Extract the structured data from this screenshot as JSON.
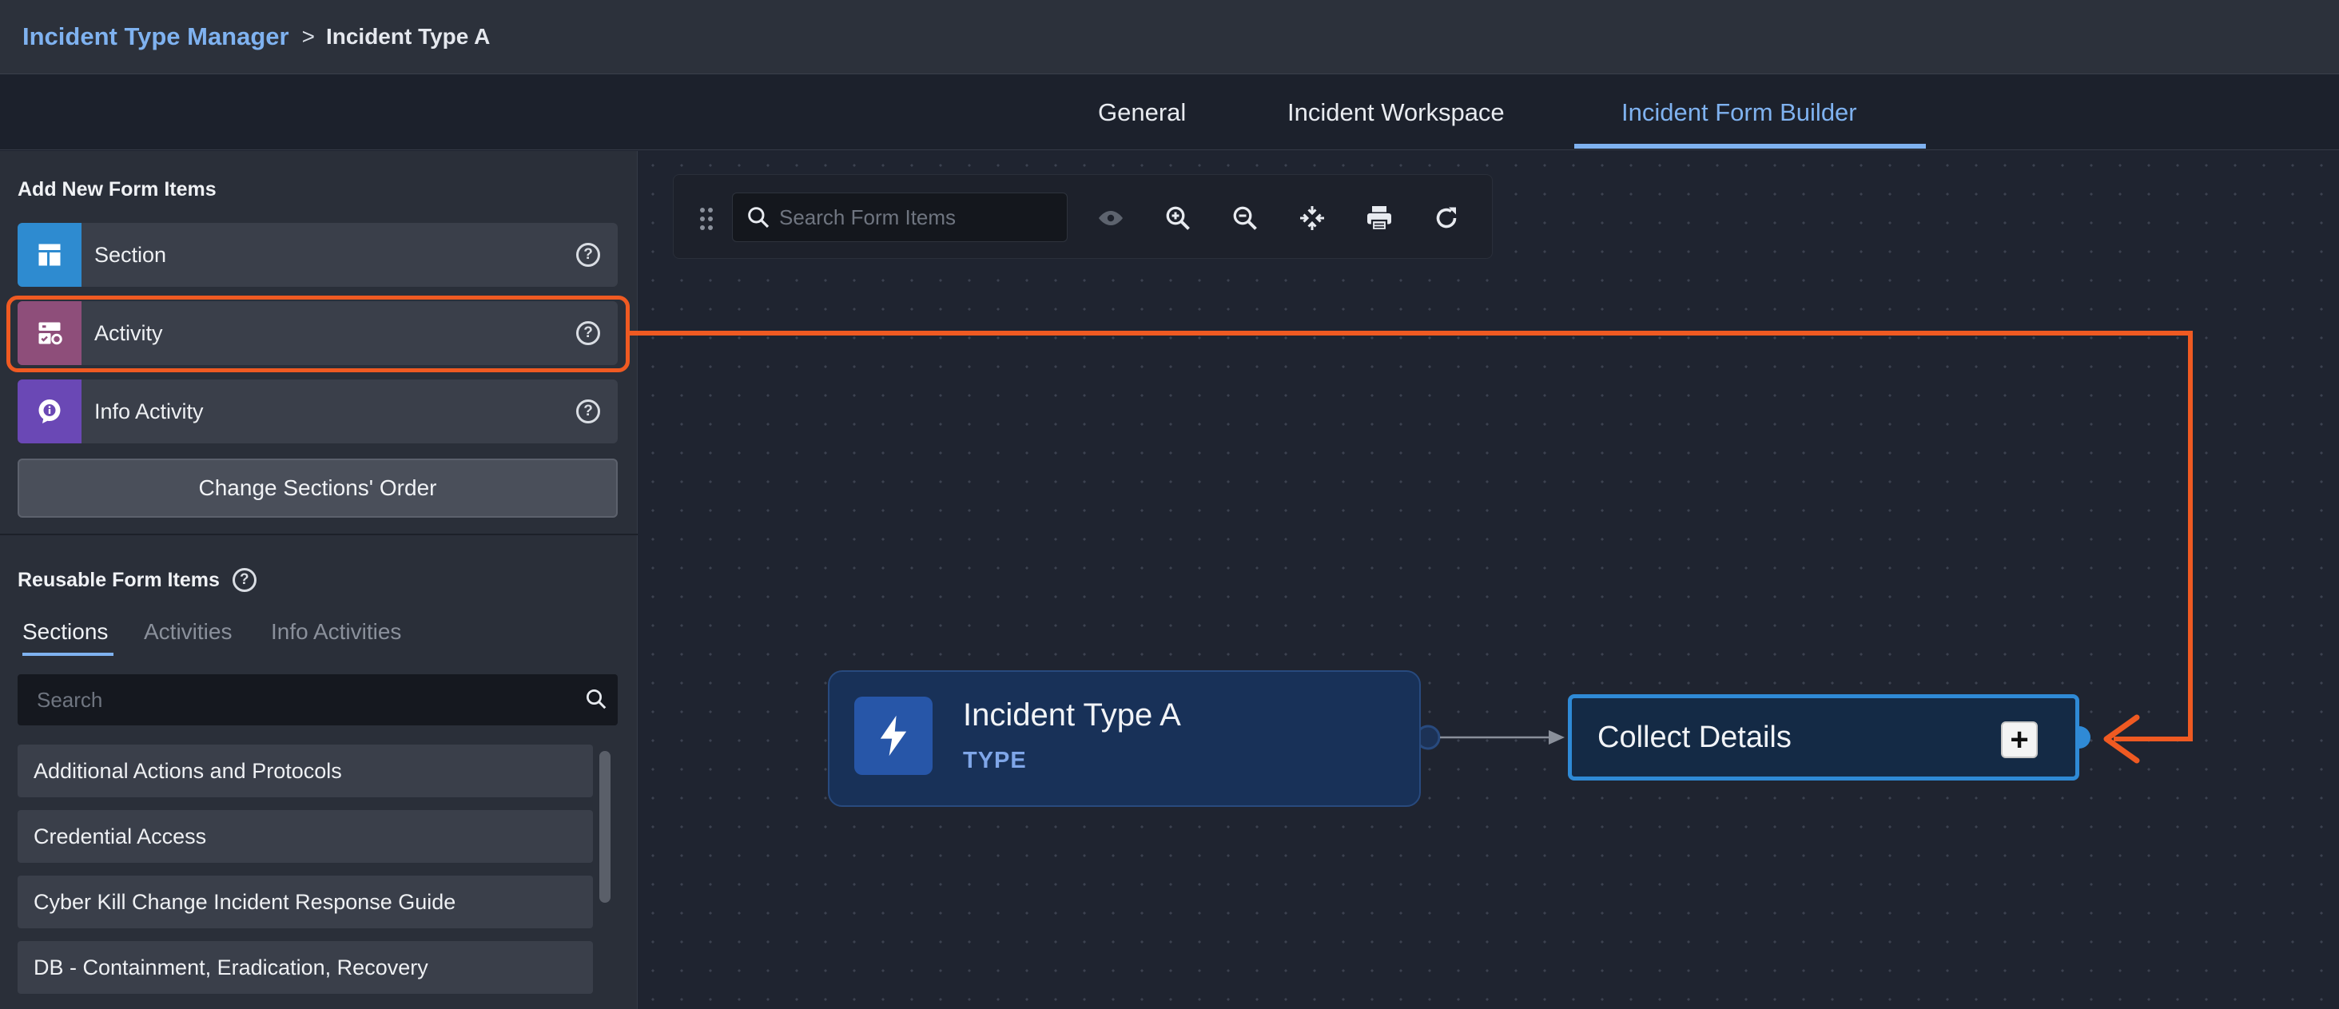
{
  "breadcrumb": {
    "root": "Incident Type Manager",
    "separator": ">",
    "current": "Incident Type A"
  },
  "tabs": [
    {
      "label": "General"
    },
    {
      "label": "Incident Workspace"
    },
    {
      "label": "Incident Form Builder",
      "active": true
    }
  ],
  "add_new": {
    "title": "Add New Form Items",
    "items": [
      {
        "label": "Section",
        "icon": "section-layout-icon",
        "color": "#2e8bd0"
      },
      {
        "label": "Activity",
        "icon": "activity-icon",
        "color": "#8e4e7a"
      },
      {
        "label": "Info Activity",
        "icon": "info-activity-icon",
        "color": "#6a48b5"
      }
    ],
    "help_glyph": "?",
    "change_order_label": "Change Sections' Order"
  },
  "reusable": {
    "title": "Reusable Form Items",
    "help_glyph": "?",
    "subtabs": [
      {
        "label": "Sections",
        "active": true
      },
      {
        "label": "Activities"
      },
      {
        "label": "Info Activities"
      }
    ],
    "search_placeholder": "Search",
    "list": [
      "Additional Actions and Protocols",
      "Credential Access",
      "Cyber Kill Change Incident Response Guide",
      "DB - Containment, Eradication, Recovery"
    ]
  },
  "toolbar": {
    "search_placeholder": "Search Form Items",
    "icons": [
      "eye-icon",
      "zoom-in-icon",
      "zoom-out-icon",
      "fit-to-screen-icon",
      "print-icon",
      "refresh-icon"
    ]
  },
  "graph": {
    "type_node": {
      "title": "Incident Type A",
      "subtitle": "TYPE"
    },
    "section_node": {
      "title": "Collect Details",
      "plus_glyph": "+"
    }
  },
  "colors": {
    "accent": "#7fb2f0",
    "highlight": "#ef5a22",
    "node_border": "#2f8ad6"
  }
}
